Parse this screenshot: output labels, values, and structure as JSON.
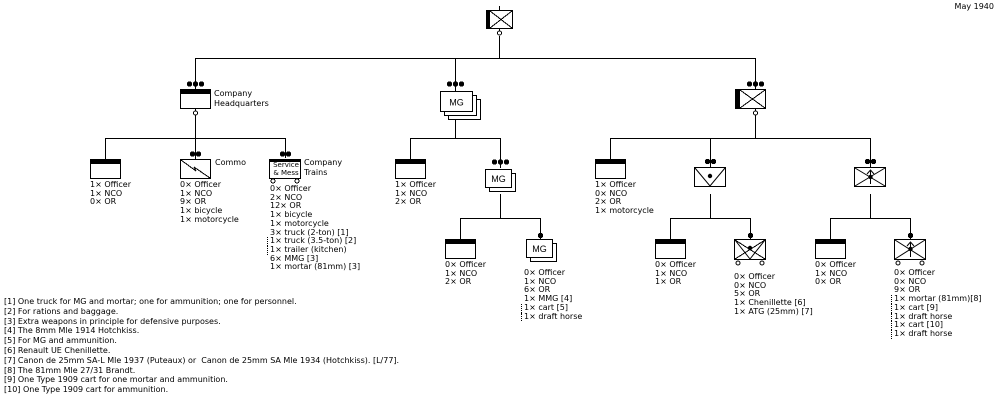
{
  "date": "May 1940",
  "units": {
    "top": {},
    "company_hq": {
      "label": "Company\nHeadquarters"
    },
    "mg_platoon": {
      "symbol": "MG"
    },
    "heavy_platoon": {},
    "hq_section": {
      "lines": [
        "1× Officer",
        "1× NCO",
        "0× OR"
      ]
    },
    "commo": {
      "label": "Commo",
      "lines": [
        "0× Officer",
        "1× NCO",
        "9× OR",
        "1× bicycle",
        "1× motorcycle"
      ]
    },
    "trains": {
      "symbol": "Service\n& Mess",
      "label": "Company\nTrains",
      "lines": [
        "0× Officer",
        "2× NCO",
        "12× OR",
        "1× bicycle",
        "1× motorcycle",
        "3× truck (2-ton) [1]",
        "1× truck (3.5-ton) [2]",
        "1× trailer (kitchen)",
        "6× MMG [3]",
        "1× mortar (81mm) [3]"
      ]
    },
    "mg_hq": {
      "lines": [
        "1× Officer",
        "1× NCO",
        "2× OR"
      ]
    },
    "mg_section": {
      "symbol": "MG"
    },
    "mg_section_hq": {
      "lines": [
        "0× Officer",
        "1× NCO",
        "2× OR"
      ]
    },
    "mg_squad": {
      "symbol": "MG",
      "lines": [
        "0× Officer",
        "1× NCO",
        "6× OR",
        "1× MMG [4]",
        "1× cart [5]",
        "1× draft horse"
      ]
    },
    "heavy_hq": {
      "lines": [
        "1× Officer",
        "0× NCO",
        "2× OR",
        "1× motorcycle"
      ]
    },
    "atg_section": {},
    "atg_section_hq": {
      "lines": [
        "0× Officer",
        "1× NCO",
        "1× OR"
      ]
    },
    "atg_squad": {
      "lines": [
        "0× Officer",
        "0× NCO",
        "5× OR",
        "1× Chenillette [6]",
        "1× ATG (25mm) [7]"
      ]
    },
    "mortar_section": {},
    "mortar_section_hq": {
      "lines": [
        "0× Officer",
        "1× NCO",
        "0× OR"
      ]
    },
    "mortar_squad": {
      "lines": [
        "0× Officer",
        "0× NCO",
        "9× OR",
        "1× mortar (81mm)[8]",
        "1× cart [9]",
        "1× draft horse",
        "1× cart [10]",
        "1× draft horse"
      ]
    }
  },
  "notes": [
    "[1] One truck for MG and mortar; one for ammunition; one for personnel.",
    "[2] For rations and baggage.",
    "[3] Extra weapons in principle for defensive purposes.",
    "[4] The 8mm Mle 1914 Hotchkiss.",
    "[5] For MG and ammunition.",
    "[6] Renault UE Chenillette.",
    "[7] Canon de 25mm SA-L Mle 1937 (Puteaux) or  Canon de 25mm SA Mle 1934 (Hotchkiss). [L/77].",
    "[8] The 81mm Mle 27/31 Brandt.",
    "[9] One Type 1909 cart for one mortar and ammunition.",
    "[10] One Type 1909 cart for ammunition."
  ]
}
